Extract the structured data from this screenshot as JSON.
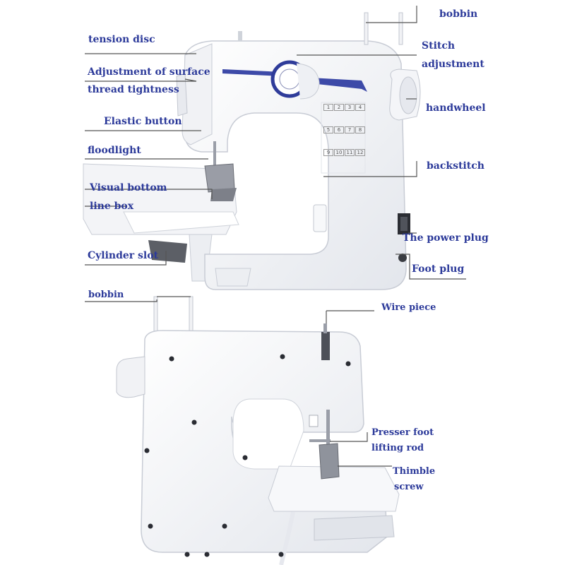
{
  "colors": {
    "label_text": "#2c3a9a",
    "machine_body": "#ffffff",
    "machine_shadow": "#d7dbe2",
    "accent_stripe": "#3d4aa8",
    "callout_line": "#555555"
  },
  "top_figure": {
    "labels": {
      "bobbin": "bobbin",
      "tension_disc": "tension disc",
      "adjustment_surface_line1": "Adjustment of surface",
      "adjustment_surface_line2": "thread tightness",
      "elastic_button": "Elastic button",
      "floodlight": "floodlight",
      "visual_bottom_line1": "Visual bottom",
      "visual_bottom_line2": "line box",
      "cylinder_slot": "Cylinder slot",
      "stitch_adjustment_line1": "Stitch",
      "stitch_adjustment_line2": "adjustment",
      "handwheel": "handwheel",
      "backstitch": "backstitch",
      "power_plug": "The power plug",
      "foot_plug": "Foot plug"
    },
    "stitch_numbers": [
      "1",
      "2",
      "3",
      "4",
      "5",
      "6",
      "7",
      "8",
      "9",
      "10",
      "11",
      "12"
    ]
  },
  "bottom_figure": {
    "labels": {
      "bobbin": "bobbin",
      "wire_piece": "Wire piece",
      "presser_foot_line1": "Presser foot",
      "presser_foot_line2": "lifting rod",
      "thimble_screw_line1": "Thimble",
      "thimble_screw_line2": "screw"
    }
  }
}
